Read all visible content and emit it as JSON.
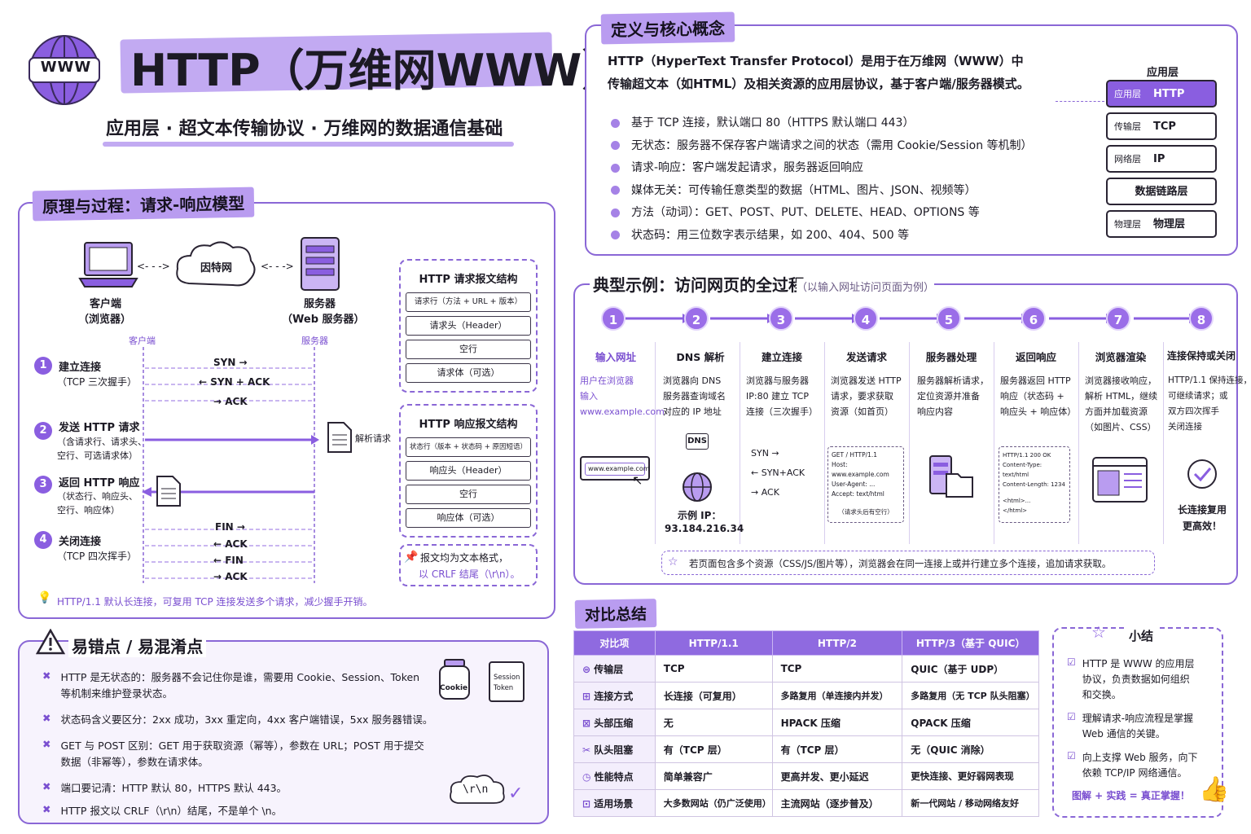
{
  "header": {
    "logo": "WWW",
    "title": "HTTP（万维网WWW）",
    "subtitle": "应用层 · 超文本传输协议 · 万维网的数据通信基础"
  },
  "definition": {
    "title": "定义与核心概念",
    "intro_line1": "HTTP（HyperText Transfer Protocol）是用于在万维网（WWW）中",
    "intro_line2": "传输超文本（如HTML）及相关资源的应用层协议，基于客户端/服务器模式。",
    "bullets": [
      "基于 TCP 连接，默认端口 80（HTTPS 默认端口 443）",
      "无状态：服务器不保存客户端请求之间的状态（需用 Cookie/Session 等机制）",
      "请求-响应：客户端发起请求，服务器返回响应",
      "媒体无关：可传输任意类型的数据（HTML、图片、JSON、视频等）",
      "方法（动词）：GET、POST、PUT、DELETE、HEAD、OPTIONS 等",
      "状态码：用三位数字表示结果，如 200、404、500 等"
    ],
    "stack_title": "应用层",
    "layers": [
      {
        "name": "应用层",
        "proto": "HTTP"
      },
      {
        "name": "传输层",
        "proto": "TCP"
      },
      {
        "name": "网络层",
        "proto": "IP"
      },
      {
        "name": "",
        "proto": "数据链路层"
      },
      {
        "name": "物理层",
        "proto": "物理层"
      }
    ]
  },
  "principle": {
    "title": "原理与过程：请求-响应模型",
    "client_label": "客户端",
    "client_sub": "（浏览器）",
    "internet_label": "因特网",
    "server_label": "服务器",
    "server_sub": "（Web 服务器）",
    "lane_client": "客户端",
    "lane_server": "服务器",
    "steps": [
      {
        "num": "1",
        "title": "建立连接",
        "desc": "（TCP 三次握手）"
      },
      {
        "num": "2",
        "title": "发送 HTTP 请求",
        "desc": "（含请求行、请求头、\n空行、可选请求体）"
      },
      {
        "num": "3",
        "title": "返回 HTTP 响应",
        "desc": "（状态行、响应头、\n空行、响应体）"
      },
      {
        "num": "4",
        "title": "关闭连接",
        "desc": "（TCP 四次挥手）"
      }
    ],
    "handshake": [
      "SYN →",
      "← SYN + ACK",
      "→ ACK"
    ],
    "teardown": [
      "FIN →",
      "← ACK",
      "← FIN",
      "→ ACK"
    ],
    "parse_label": "解析请求",
    "tip": "HTTP/1.1 默认长连接，可复用 TCP 连接发送多个请求，减少握手开销。",
    "request_struct": {
      "title": "HTTP 请求报文结构",
      "rows": [
        "请求行（方法 + URL + 版本）",
        "请求头（Header）",
        "空行",
        "请求体（可选）"
      ]
    },
    "response_struct": {
      "title": "HTTP 响应报文结构",
      "rows": [
        "状态行（版本 + 状态码 + 原因短语）",
        "响应头（Header）",
        "空行",
        "响应体（可选）"
      ]
    },
    "text_note_1": "报文均为文本格式，",
    "text_note_2": "以 CRLF 结尾（\\r\\n）。"
  },
  "example": {
    "title": "典型示例：访问网页的全过程",
    "subtitle": "（以输入网址访问页面为例）",
    "steps": [
      {
        "num": "1",
        "title": "输入网址",
        "desc": "用户在浏览器\n输入\nwww.example.com"
      },
      {
        "num": "2",
        "title": "DNS 解析",
        "desc": "浏览器向 DNS\n服务器查询域名\n对应的 IP 地址"
      },
      {
        "num": "3",
        "title": "建立连接",
        "desc": "浏览器与服务器\nIP:80 建立 TCP\n连接（三次握手）"
      },
      {
        "num": "4",
        "title": "发送请求",
        "desc": "浏览器发送 HTTP\n请求，要求获取\n资源（如首页）"
      },
      {
        "num": "5",
        "title": "服务器处理",
        "desc": "服务器解析请求，\n定位资源并准备\n响应内容"
      },
      {
        "num": "6",
        "title": "返回响应",
        "desc": "服务器返回 HTTP\n响应（状态码 +\n响应头 + 响应体）"
      },
      {
        "num": "7",
        "title": "浏览器渲染",
        "desc": "浏览器接收响应，\n解析 HTML，继续\n方面并加载资源\n（如图片、CSS）"
      },
      {
        "num": "8",
        "title": "连接保持或关闭",
        "desc": "HTTP/1.1 保持连接，\n可继续请求；或\n双方四次挥手\n关闭连接"
      }
    ],
    "url_text": "www.example.com",
    "dns_label": "DNS",
    "ip_label": "示例 IP：",
    "ip_value": "93.184.216.34",
    "syn_labels": [
      "SYN →",
      "← SYN+ACK",
      "→ ACK"
    ],
    "request_lines": [
      "GET / HTTP/1.1",
      "Host: www.example.com",
      "User-Agent: ...",
      "Accept: text/html",
      "",
      "（请求头后有空行）"
    ],
    "response_lines": [
      "HTTP/1.1 200 OK",
      "Content-Type: text/html",
      "Content-Length: 1234",
      "",
      "<html>...",
      "</html>"
    ],
    "final_note": "长连接复用\n更高效！",
    "bottom_note": "若页面包含多个资源（CSS/JS/图片等），浏览器会在同一连接上或并行建立多个连接，追加请求获取。"
  },
  "pitfalls": {
    "title": "易错点 / 易混淆点",
    "items": [
      "HTTP 是无状态的：服务器不会记住你是谁，需要用 Cookie、Session、Token\n等机制来维护登录状态。",
      "状态码含义要区分：2xx 成功，3xx 重定向，4xx 客户端错误，5xx 服务器错误。",
      "GET 与 POST 区别：GET 用于获取资源（幂等），参数在 URL；POST 用于提交\n数据（非幂等），参数在请求体。",
      "端口要记清：HTTP 默认 80，HTTPS 默认 443。",
      "HTTP 报文以 CRLF（\\r\\n）结尾，不是单个 \\n。"
    ],
    "cookie_label": "Cookie",
    "session_label": "Session\nToken",
    "crlf_label": "\\r\\n"
  },
  "comparison": {
    "title": "对比总结",
    "headers": [
      "对比项",
      "HTTP/1.1",
      "HTTP/2",
      "HTTP/3（基于 QUIC）"
    ],
    "rows": [
      [
        "传输层",
        "TCP",
        "TCP",
        "QUIC（基于 UDP）"
      ],
      [
        "连接方式",
        "长连接（可复用）",
        "多路复用（单连接内并发）",
        "多路复用（无 TCP 队头阻塞）"
      ],
      [
        "头部压缩",
        "无",
        "HPACK 压缩",
        "QPACK 压缩"
      ],
      [
        "队头阻塞",
        "有（TCP 层）",
        "有（TCP 层）",
        "无（QUIC 消除）"
      ],
      [
        "性能特点",
        "简单兼容广",
        "更高并发、更小延迟",
        "更快连接、更好弱网表现"
      ],
      [
        "适用场景",
        "大多数网站（仍广泛使用）",
        "主流网站（逐步普及）",
        "新一代网站 / 移动网络友好"
      ]
    ]
  },
  "summary": {
    "title": "小结",
    "items": [
      "HTTP 是 WWW 的应用层\n协议，负责数据如何组织\n和交换。",
      "理解请求-响应流程是掌握\nWeb 通信的关键。",
      "向上支撑 Web 服务，向下\n依赖 TCP/IP 网络通信。"
    ],
    "footer": "图解 + 实践 = 真正掌握！"
  },
  "colors": {
    "accent": "#8a5ee0",
    "highlight": "#b99cf0",
    "panel_border": "#8a67d6"
  }
}
